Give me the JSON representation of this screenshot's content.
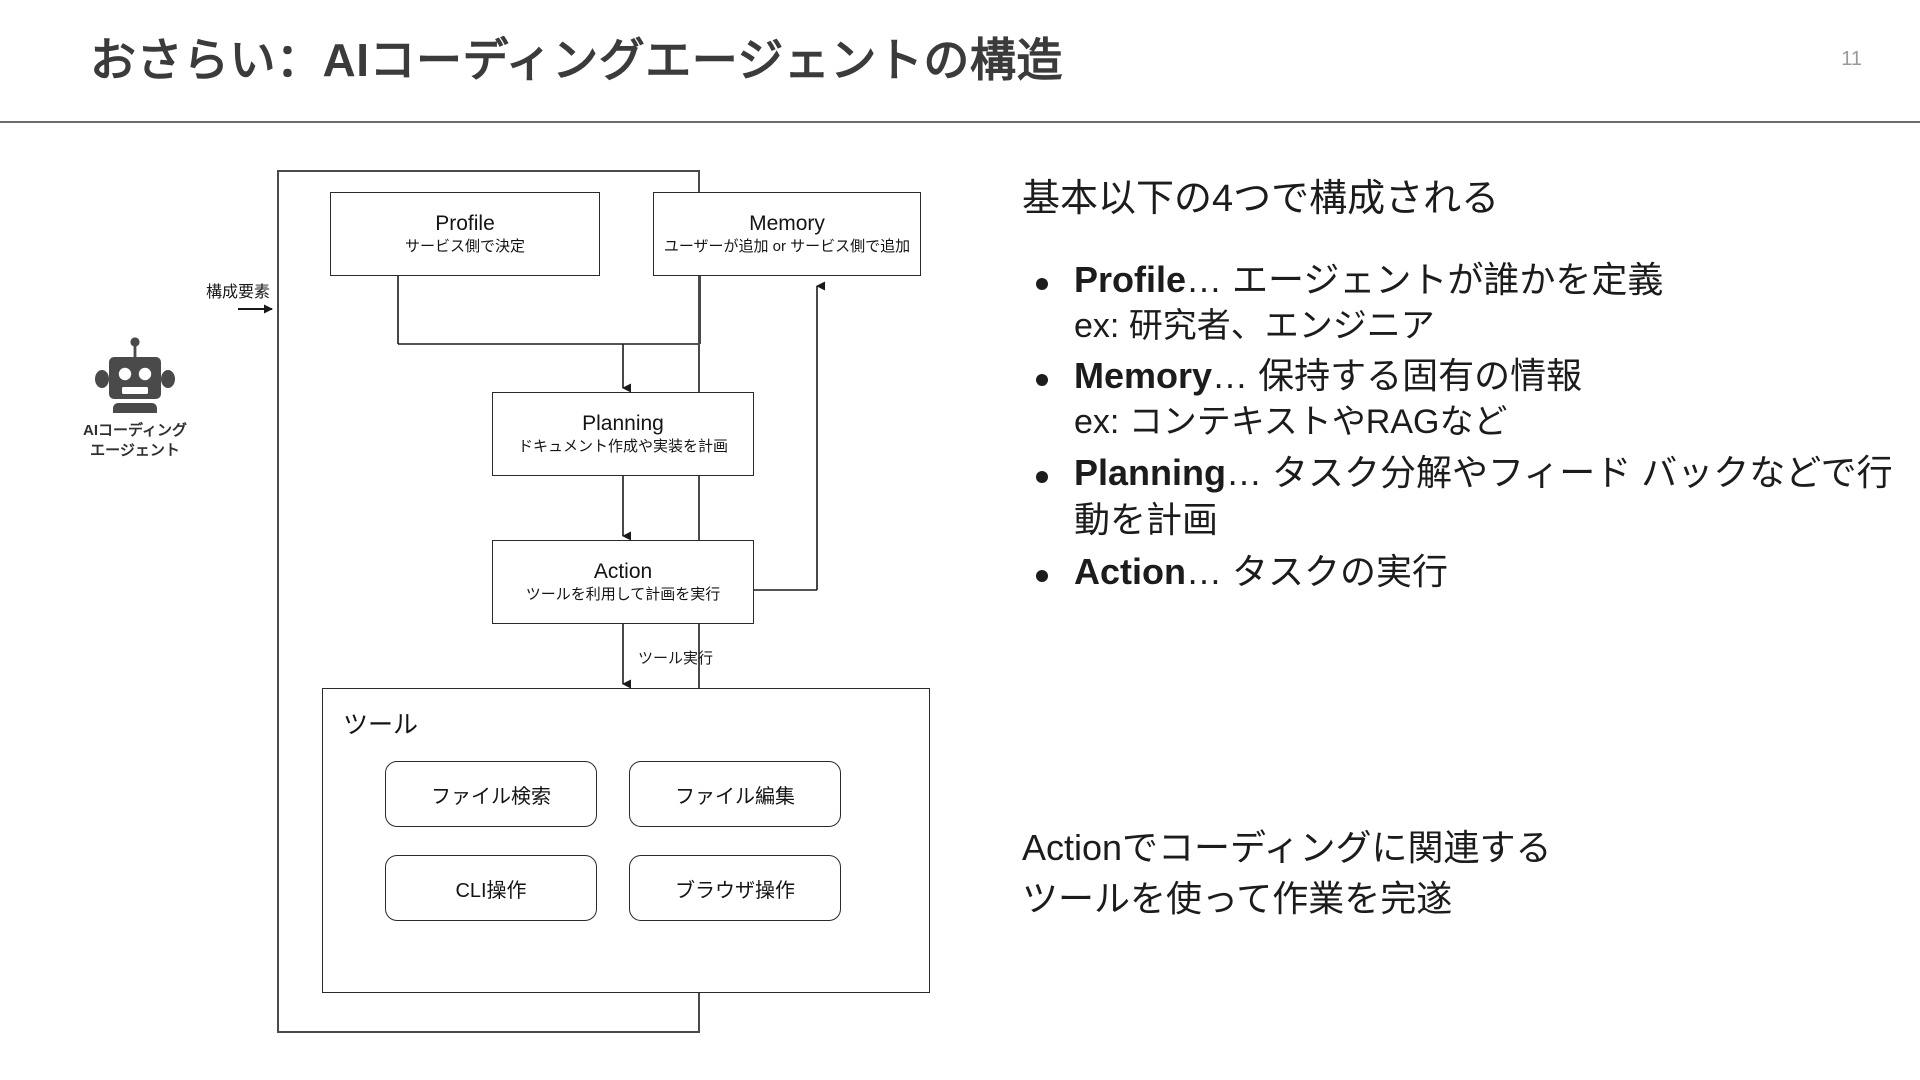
{
  "header": {
    "title": "おさらい：AIコーディングエージェントの構造",
    "page_number": "11"
  },
  "diagram": {
    "agent": {
      "icon": "robot-icon",
      "label": "AIコーディング\nエージェント"
    },
    "edge_labels": {
      "component": "構成要素",
      "tool_execution": "ツール実行"
    },
    "nodes": [
      {
        "id": "profile",
        "title": "Profile",
        "subtitle": "サービス側で決定"
      },
      {
        "id": "memory",
        "title": "Memory",
        "subtitle": "ユーザーが追加 or サービス側で追加"
      },
      {
        "id": "planning",
        "title": "Planning",
        "subtitle": "ドキュメント作成や実装を計画"
      },
      {
        "id": "action",
        "title": "Action",
        "subtitle": "ツールを利用して計画を実行"
      }
    ],
    "tools": {
      "heading": "ツール",
      "items": [
        {
          "label": "ファイル検索"
        },
        {
          "label": "ファイル編集"
        },
        {
          "label": "CLI操作"
        },
        {
          "label": "ブラウザ操作"
        }
      ]
    }
  },
  "content": {
    "intro": "基本以下の4つで構成される",
    "bullets": [
      {
        "term": "Profile",
        "separator": "…",
        "description": "エージェントが誰かを定義",
        "example": "ex: 研究者、エンジニア"
      },
      {
        "term": "Memory",
        "separator": "…",
        "description": "保持する固有の情報",
        "example": "ex: コンテキストやRAGなど"
      },
      {
        "term": "Planning",
        "separator": "…",
        "description": "タスク分解やフィード バックなどで行動を計画",
        "example": ""
      },
      {
        "term": "Action",
        "separator": "…",
        "description": "タスクの実行",
        "example": ""
      }
    ],
    "closing": "Actionでコーディングに関連する\nツールを使って作業を完遂"
  },
  "colors": {
    "title_text": "#3b3b3b",
    "body_text": "#1c1c1c",
    "page_number": "#9a9a9a",
    "rule": "#6c6c6c",
    "box_border": "#2a2a2a",
    "container_border": "#4a4a4a",
    "robot": "#4a4a4a",
    "background": "#ffffff"
  }
}
